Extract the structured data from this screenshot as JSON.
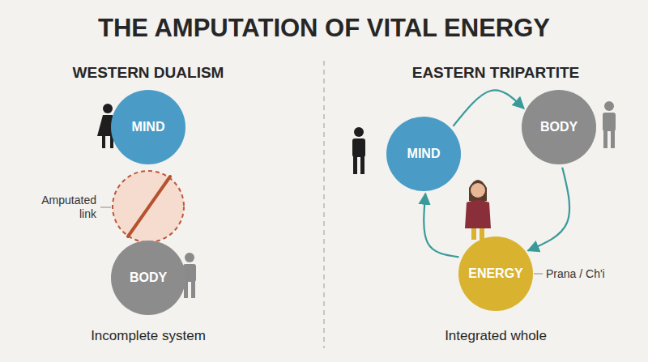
{
  "diagram": {
    "title": "THE AMPUTATION OF VITAL ENERGY",
    "nodes": [
      {
        "text": [
          "MIND"
        ]
      },
      {
        "text": [
          "BODY"
        ]
      },
      {
        "text": [
          "MIND"
        ]
      },
      {
        "text": [
          "BODY"
        ]
      },
      {
        "text": [
          "ENERGY"
        ]
      }
    ],
    "edges": [
      {
        "from": 2,
        "to": 3,
        "arrow": "to"
      },
      {
        "from": 3,
        "to": 4,
        "arrow": "to"
      },
      {
        "from": 4,
        "to": 2,
        "arrow": "to"
      }
    ],
    "labels": [
      "WESTERN DUALISM",
      "EASTERN TRIPARTITE",
      "Amputated link",
      "Prana / Ch'i",
      "Incomplete system",
      "Integrated whole"
    ]
  }
}
